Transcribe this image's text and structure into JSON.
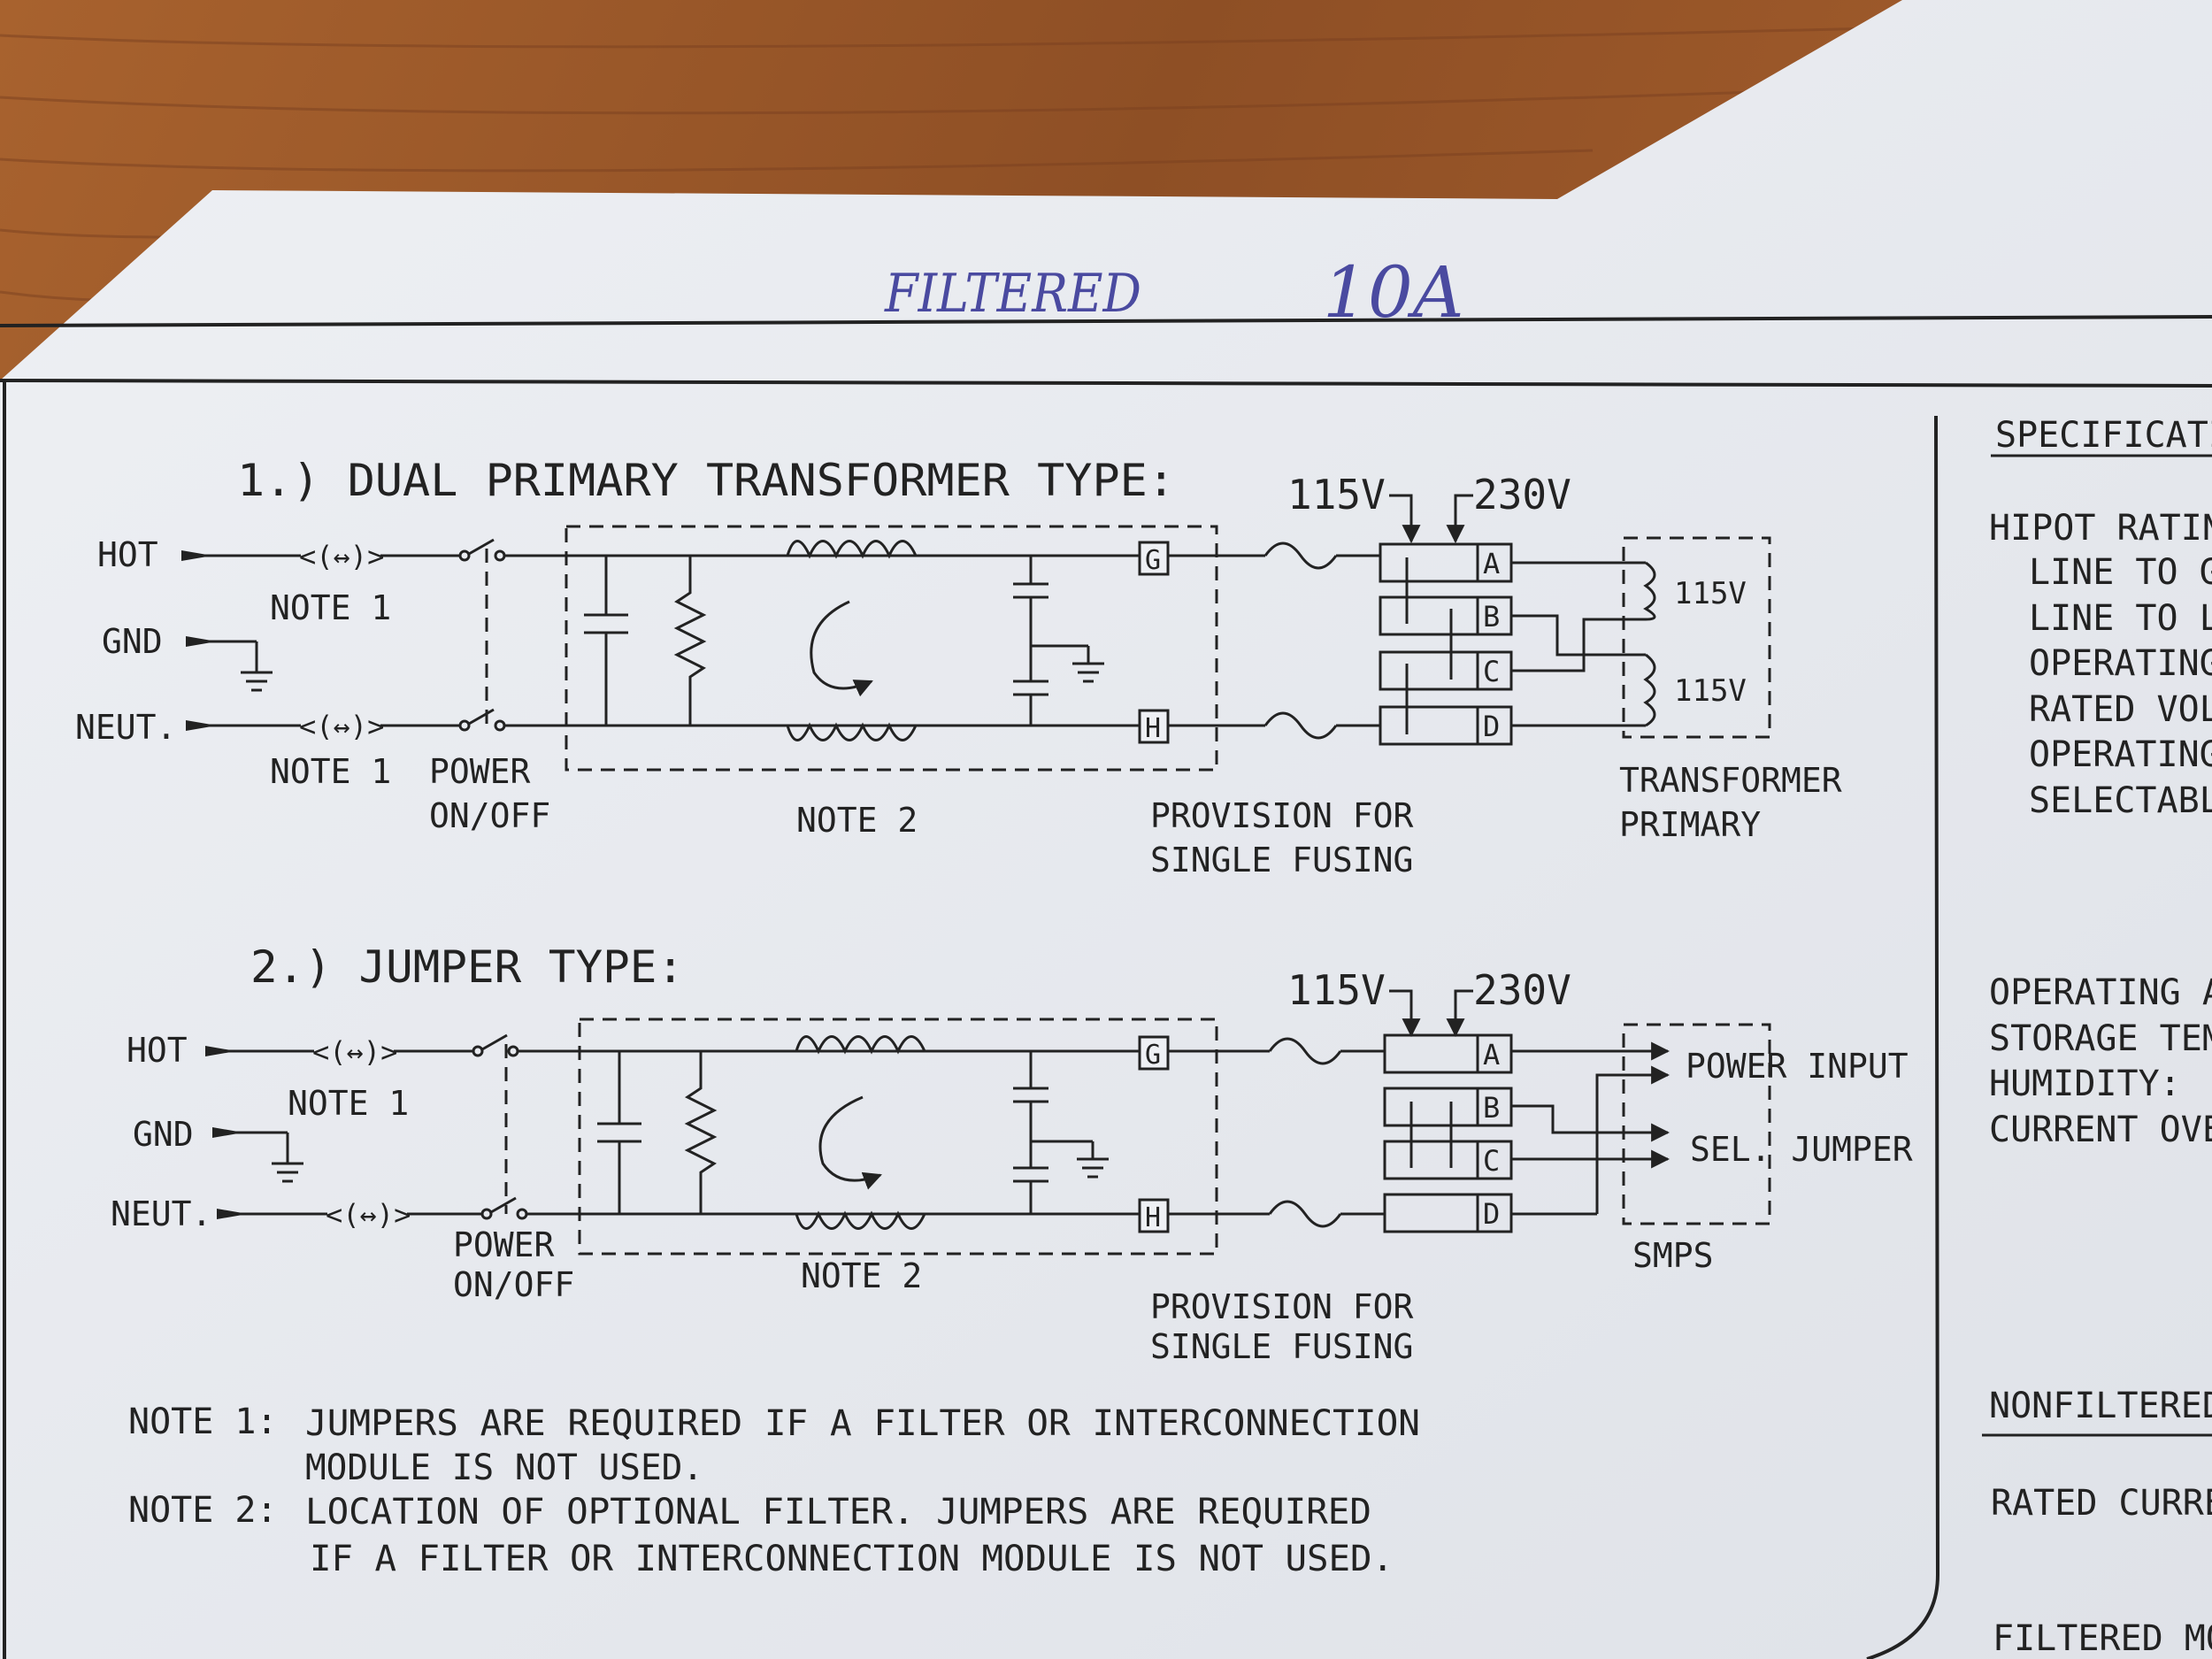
{
  "handwritten": {
    "filtered": "FILTERED",
    "rating": "10A"
  },
  "section1": {
    "title": "1.) DUAL PRIMARY TRANSFORMER TYPE:",
    "hot": "HOT",
    "gnd": "GND",
    "neut": "NEUT.",
    "note1_top": "NOTE 1",
    "note1_bottom": "NOTE 1",
    "power": "POWER",
    "onoff": "ON/OFF",
    "note2": "NOTE 2",
    "provision": "PROVISION FOR",
    "single_fusing": "SINGLE FUSING",
    "v115": "115V",
    "v230": "230V",
    "term_g": "G",
    "term_h": "H",
    "block_a": "A",
    "block_b": "B",
    "block_c": "C",
    "block_d": "D",
    "coil1": "115V",
    "coil2": "115V",
    "transformer": "TRANSFORMER",
    "primary": "PRIMARY"
  },
  "section2": {
    "title": "2.) JUMPER TYPE:",
    "hot": "HOT",
    "gnd": "GND",
    "neut": "NEUT.",
    "note1": "NOTE 1",
    "power": "POWER",
    "onoff": "ON/OFF",
    "note2": "NOTE 2",
    "provision": "PROVISION FOR",
    "single_fusing": "SINGLE FUSING",
    "v115": "115V",
    "v230": "230V",
    "term_g": "G",
    "term_h": "H",
    "block_a": "A",
    "block_b": "B",
    "block_c": "C",
    "block_d": "D",
    "power_input": "POWER INPUT",
    "sel_jumper": "SEL. JUMPER",
    "smps": "SMPS"
  },
  "notes": {
    "note1_label": "NOTE 1:",
    "note1_line1": "JUMPERS ARE REQUIRED IF A FILTER OR INTERCONNECTION",
    "note1_line2": "MODULE IS NOT USED.",
    "note2_label": "NOTE 2:",
    "note2_line1": "LOCATION OF OPTIONAL FILTER. JUMPERS ARE REQUIRED",
    "note2_line2": "IF A FILTER OR INTERCONNECTION MODULE IS NOT USED."
  },
  "specs": {
    "header": "SPECIFICATI",
    "hipot": "HIPOT RATIN",
    "line_to_g": "LINE TO G",
    "line_to_l": "LINE TO L",
    "operating1": "OPERATING",
    "rated_vol": "RATED VOL",
    "operating2": "OPERATING",
    "selectable": "SELECTABL",
    "operating_a": "OPERATING A",
    "storage_tem": "STORAGE TEM",
    "humidity": "HUMIDITY:",
    "current_ove": "CURRENT OVE",
    "nonfiltered": "NONFILTERED",
    "rated_curre": "RATED CURRE",
    "filtered_mo": "FILTERED MO"
  }
}
